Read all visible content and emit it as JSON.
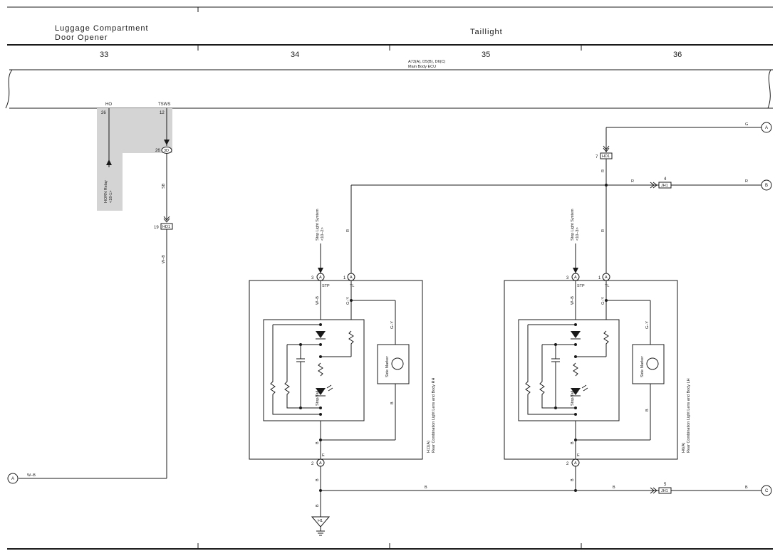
{
  "header": {
    "left_title_line1": "Luggage Compartment",
    "left_title_line2": "Door Opener",
    "right_title": "Taillight",
    "columns": [
      "33",
      "34",
      "35",
      "36"
    ]
  },
  "ecu": {
    "line1": "A73(A), D5(B), D6(C)",
    "line2": "Main Body ECU",
    "pin_ho_name": "HO",
    "pin_ho_num": "26",
    "pin_tsws_name": "TSWS",
    "pin_tsws_num": "12"
  },
  "labels": {
    "horn_relay_line1": "HORN Relay",
    "horn_relay_line2": "<18-1>",
    "pin_26": "26",
    "conn_3d": "3D",
    "wire_sb": "SB",
    "pin_19": "19",
    "conn_hd1": "HD1",
    "wire_wb": "W–B",
    "wire_g": "G",
    "wire_r": "R",
    "wire_b": "B",
    "wire_gy": "G–Y",
    "pin_7": "7",
    "pin_4": "4",
    "pin_5": "5",
    "pin_1": "1",
    "pin_2": "2",
    "pin_3": "3",
    "conn_jh1": "JH1",
    "letter_a": "A",
    "letter_b": "B",
    "letter_c": "C",
    "stp": "STP",
    "tl": "TL",
    "e": "E",
    "stop_light_rh_line1": "Stop Light System",
    "stop_light_rh_line2": "<10–2>",
    "stop_light_lh_line1": "Stop Light System",
    "stop_light_lh_line2": "<10–3>",
    "side_marker": "Side Marker",
    "stop_tail": "Stop/Tail",
    "rh_code": "H11(A)",
    "rh_name": "Rear Combination Light Lens and Body RH",
    "lh_code": "H6(A)",
    "lh_name": "Rear Combination Light Lens and Body LH",
    "ground": "H1"
  }
}
